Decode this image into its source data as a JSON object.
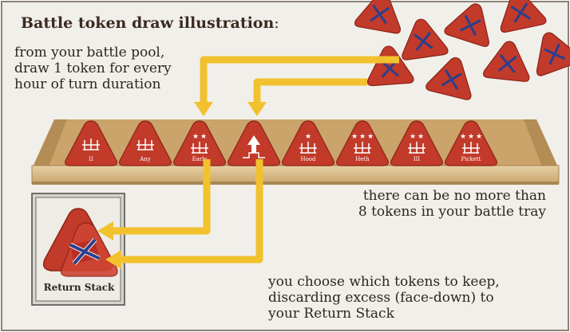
{
  "title": "Battle token draw illustration",
  "title_suffix": ":",
  "pool_instructions": [
    "from your battle pool,",
    "draw 1 token for every",
    "hour of turn duration"
  ],
  "tray_note": [
    "there can be no more than",
    "8 tokens in your battle tray"
  ],
  "choose_note": [
    "you choose which tokens to keep,",
    "discarding excess (face-down) to",
    "your Return Stack"
  ],
  "return_stack_label": "Return Stack",
  "tray_tokens": [
    {
      "label": "II",
      "stars": 0
    },
    {
      "label": "Any",
      "stars": 0
    },
    {
      "label": "Early",
      "stars": 2
    },
    {
      "label": "",
      "stars": 0
    },
    {
      "label": "Hood",
      "stars": 1
    },
    {
      "label": "Heth",
      "stars": 3
    },
    {
      "label": "III",
      "stars": 2
    },
    {
      "label": "Pickett",
      "stars": 3
    }
  ],
  "colors": {
    "token_red": "#c23a2a",
    "arrow_yellow": "#f2c12e",
    "tray_tan": "#d9bb86",
    "panel_bg": "#f1efe9"
  }
}
